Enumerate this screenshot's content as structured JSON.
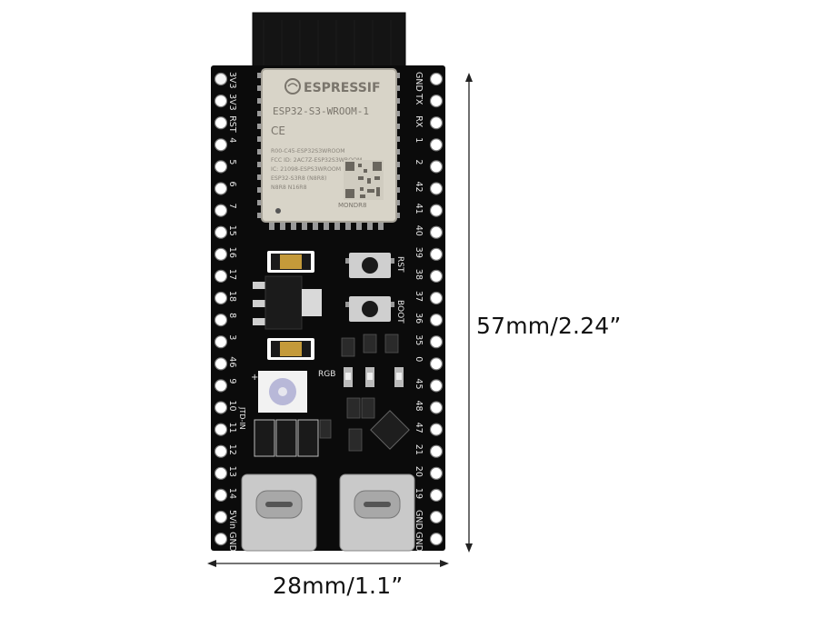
{
  "dimensions": {
    "height": "57mm/2.24”",
    "width": "28mm/1.1”"
  },
  "module": {
    "brand": "ESPRESSIF",
    "model": "ESP32-S3-WROOM-1",
    "ce_mark": "CE",
    "tiny_lines": [
      "R00-C45-ESP32S3WROOM",
      "FCC ID: 2AC7Z-ESP32S3WROOM",
      "IC: 21098-ESPS3WROOM",
      "ESP32-S3R8 (N8R8)",
      "N8R8 N16R8"
    ],
    "lot": "MONDR8"
  },
  "board_labels": {
    "rgb": "RGB",
    "rst": "RST",
    "boot": "BOOT",
    "jtag": "JTD-IN"
  },
  "colors": {
    "pcb": "#0b0b0b",
    "silk": "#e8e8e8",
    "module": "#d8d4c8",
    "shield_edge": "#a9a59b",
    "antenna": "#141414",
    "usb_metal": "#c9c9c9",
    "cap_tan": "#c49a3a"
  },
  "left_pins": [
    "3V3",
    "3V3",
    "RST",
    "4",
    "5",
    "6",
    "7",
    "15",
    "16",
    "17",
    "18",
    "8",
    "3",
    "46",
    "9",
    "10",
    "11",
    "12",
    "13",
    "14",
    "5Vin",
    "GND"
  ],
  "right_pins": [
    "GND",
    "TX",
    "RX",
    "1",
    "2",
    "42",
    "41",
    "40",
    "39",
    "38",
    "37",
    "36",
    "35",
    "0",
    "45",
    "48",
    "47",
    "21",
    "20",
    "19",
    "GND",
    "GND"
  ]
}
